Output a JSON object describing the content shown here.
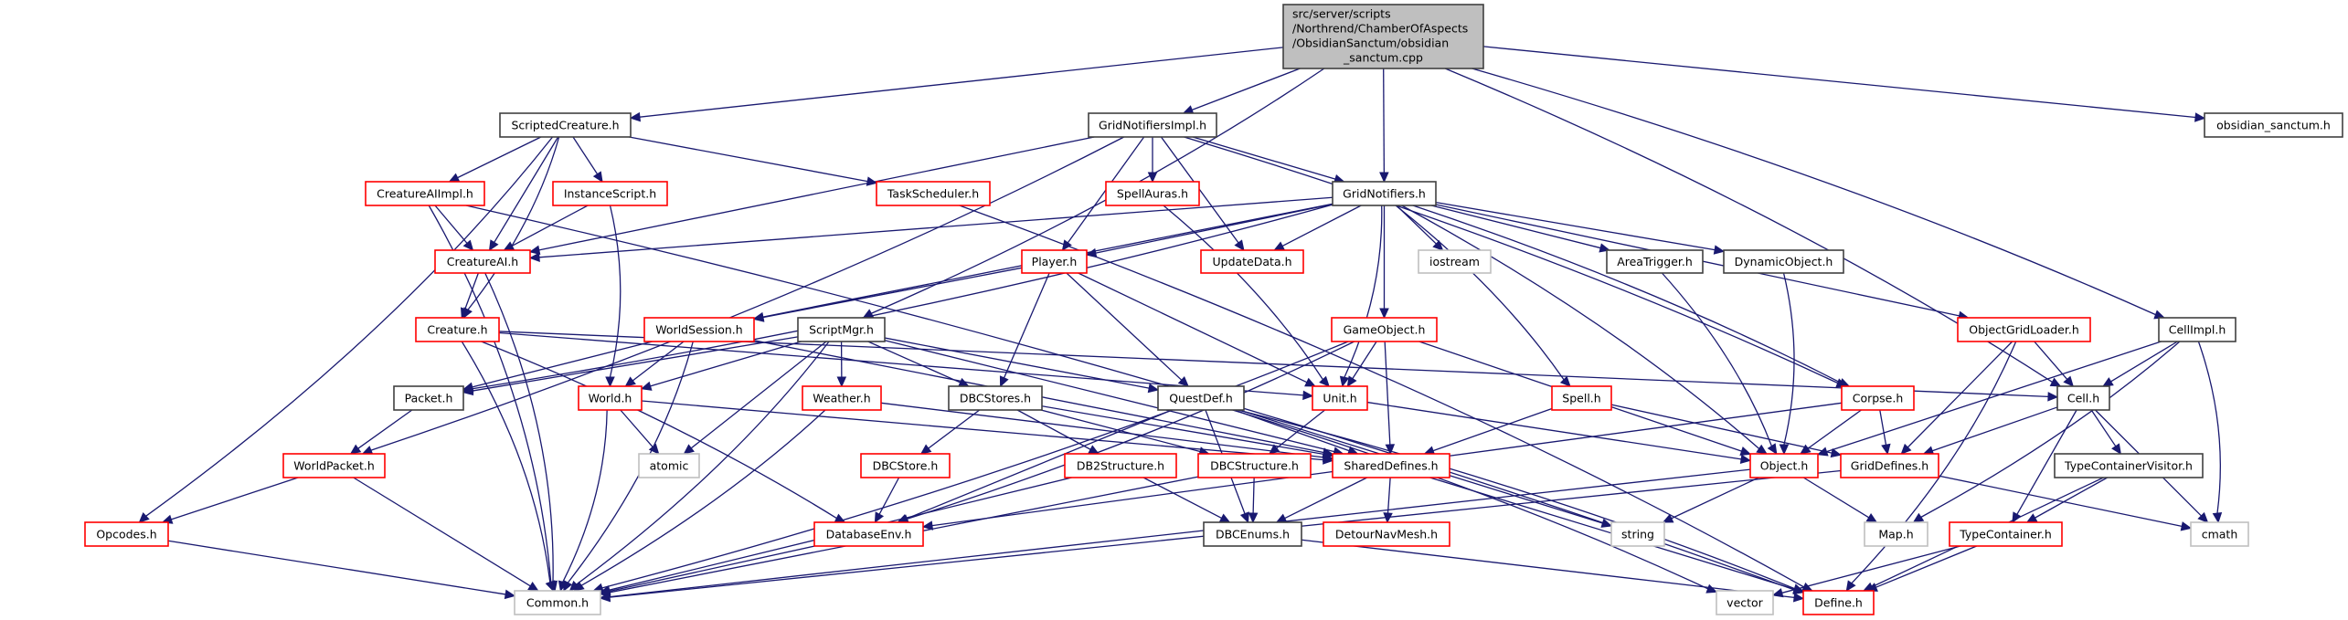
{
  "diagram": {
    "type": "include-dependency-graph",
    "root": {
      "id": "root",
      "lines": [
        "src/server/scripts",
        "/Northrend/ChamberOfAspects",
        "/ObsidianSanctum/obsidian",
        "_sanctum.cpp"
      ]
    },
    "nodes": [
      {
        "id": "ScriptedCreature",
        "label": "ScriptedCreature.h",
        "style": "normal"
      },
      {
        "id": "GridNotifiersImpl",
        "label": "GridNotifiersImpl.h",
        "style": "normal"
      },
      {
        "id": "obsidian_sanctum",
        "label": "obsidian_sanctum.h",
        "style": "normal"
      },
      {
        "id": "CreatureAIImpl",
        "label": "CreatureAIImpl.h",
        "style": "red"
      },
      {
        "id": "InstanceScript",
        "label": "InstanceScript.h",
        "style": "red"
      },
      {
        "id": "TaskScheduler",
        "label": "TaskScheduler.h",
        "style": "red"
      },
      {
        "id": "SpellAuras",
        "label": "SpellAuras.h",
        "style": "red"
      },
      {
        "id": "GridNotifiers",
        "label": "GridNotifiers.h",
        "style": "normal"
      },
      {
        "id": "CreatureAI",
        "label": "CreatureAI.h",
        "style": "red"
      },
      {
        "id": "Player",
        "label": "Player.h",
        "style": "red"
      },
      {
        "id": "UpdateData",
        "label": "UpdateData.h",
        "style": "red"
      },
      {
        "id": "iostream",
        "label": "iostream",
        "style": "grey"
      },
      {
        "id": "AreaTrigger",
        "label": "AreaTrigger.h",
        "style": "normal"
      },
      {
        "id": "DynamicObject",
        "label": "DynamicObject.h",
        "style": "normal"
      },
      {
        "id": "Creature",
        "label": "Creature.h",
        "style": "red"
      },
      {
        "id": "WorldSession",
        "label": "WorldSession.h",
        "style": "red"
      },
      {
        "id": "ScriptMgr",
        "label": "ScriptMgr.h",
        "style": "normal"
      },
      {
        "id": "GameObject",
        "label": "GameObject.h",
        "style": "red"
      },
      {
        "id": "ObjectGridLoader",
        "label": "ObjectGridLoader.h",
        "style": "red"
      },
      {
        "id": "CellImpl",
        "label": "CellImpl.h",
        "style": "normal"
      },
      {
        "id": "Packet",
        "label": "Packet.h",
        "style": "normal"
      },
      {
        "id": "World",
        "label": "World.h",
        "style": "red"
      },
      {
        "id": "Weather",
        "label": "Weather.h",
        "style": "red"
      },
      {
        "id": "DBCStores",
        "label": "DBCStores.h",
        "style": "normal"
      },
      {
        "id": "QuestDef",
        "label": "QuestDef.h",
        "style": "normal"
      },
      {
        "id": "Unit",
        "label": "Unit.h",
        "style": "red"
      },
      {
        "id": "Spell",
        "label": "Spell.h",
        "style": "red"
      },
      {
        "id": "Corpse",
        "label": "Corpse.h",
        "style": "red"
      },
      {
        "id": "Cell",
        "label": "Cell.h",
        "style": "normal"
      },
      {
        "id": "WorldPacket",
        "label": "WorldPacket.h",
        "style": "red"
      },
      {
        "id": "atomic",
        "label": "atomic",
        "style": "grey"
      },
      {
        "id": "DBCStore",
        "label": "DBCStore.h",
        "style": "red"
      },
      {
        "id": "DB2Structure",
        "label": "DB2Structure.h",
        "style": "red"
      },
      {
        "id": "DBCStructure",
        "label": "DBCStructure.h",
        "style": "red"
      },
      {
        "id": "SharedDefines",
        "label": "SharedDefines.h",
        "style": "red"
      },
      {
        "id": "Object",
        "label": "Object.h",
        "style": "red"
      },
      {
        "id": "GridDefines",
        "label": "GridDefines.h",
        "style": "red"
      },
      {
        "id": "TypeContainerVisitor",
        "label": "TypeContainerVisitor.h",
        "style": "normal"
      },
      {
        "id": "Opcodes",
        "label": "Opcodes.h",
        "style": "red"
      },
      {
        "id": "DatabaseEnv",
        "label": "DatabaseEnv.h",
        "style": "red"
      },
      {
        "id": "DBCEnums",
        "label": "DBCEnums.h",
        "style": "normal"
      },
      {
        "id": "DetourNavMesh",
        "label": "DetourNavMesh.h",
        "style": "red"
      },
      {
        "id": "string",
        "label": "string",
        "style": "grey"
      },
      {
        "id": "Map",
        "label": "Map.h",
        "style": "grey"
      },
      {
        "id": "TypeContainer",
        "label": "TypeContainer.h",
        "style": "red"
      },
      {
        "id": "cmath",
        "label": "cmath",
        "style": "grey"
      },
      {
        "id": "Common",
        "label": "Common.h",
        "style": "grey"
      },
      {
        "id": "vector",
        "label": "vector",
        "style": "grey"
      },
      {
        "id": "Define",
        "label": "Define.h",
        "style": "red"
      }
    ],
    "edges": [
      [
        "root",
        "ScriptedCreature"
      ],
      [
        "root",
        "GridNotifiersImpl"
      ],
      [
        "root",
        "obsidian_sanctum"
      ],
      [
        "root",
        "ScriptMgr"
      ],
      [
        "root",
        "GridNotifiers"
      ],
      [
        "root",
        "CellImpl"
      ],
      [
        "root",
        "Cell"
      ],
      [
        "ScriptedCreature",
        "CreatureAIImpl"
      ],
      [
        "ScriptedCreature",
        "InstanceScript"
      ],
      [
        "ScriptedCreature",
        "TaskScheduler"
      ],
      [
        "ScriptedCreature",
        "CreatureAI"
      ],
      [
        "ScriptedCreature",
        "Creature"
      ],
      [
        "ScriptedCreature",
        "Opcodes"
      ],
      [
        "GridNotifiersImpl",
        "SpellAuras"
      ],
      [
        "GridNotifiersImpl",
        "GridNotifiers"
      ],
      [
        "GridNotifiersImpl",
        "Player"
      ],
      [
        "GridNotifiersImpl",
        "UpdateData"
      ],
      [
        "GridNotifiersImpl",
        "CreatureAI"
      ],
      [
        "GridNotifiersImpl",
        "WorldPacket"
      ],
      [
        "GridNotifiersImpl",
        "Corpse"
      ],
      [
        "CreatureAIImpl",
        "CreatureAI"
      ],
      [
        "CreatureAIImpl",
        "Common"
      ],
      [
        "CreatureAIImpl",
        "Define"
      ],
      [
        "InstanceScript",
        "CreatureAI"
      ],
      [
        "InstanceScript",
        "World"
      ],
      [
        "TaskScheduler",
        "Define"
      ],
      [
        "SpellAuras",
        "Unit"
      ],
      [
        "GridNotifiers",
        "CreatureAI"
      ],
      [
        "GridNotifiers",
        "Player"
      ],
      [
        "GridNotifiers",
        "UpdateData"
      ],
      [
        "GridNotifiers",
        "iostream"
      ],
      [
        "GridNotifiers",
        "AreaTrigger"
      ],
      [
        "GridNotifiers",
        "DynamicObject"
      ],
      [
        "GridNotifiers",
        "GameObject"
      ],
      [
        "GridNotifiers",
        "Unit"
      ],
      [
        "GridNotifiers",
        "Spell"
      ],
      [
        "GridNotifiers",
        "ObjectGridLoader"
      ],
      [
        "GridNotifiers",
        "Corpse"
      ],
      [
        "GridNotifiers",
        "Object"
      ],
      [
        "GridNotifiers",
        "WorldSession"
      ],
      [
        "GridNotifiers",
        "Packet"
      ],
      [
        "CreatureAI",
        "Creature"
      ],
      [
        "CreatureAI",
        "Common"
      ],
      [
        "Player",
        "WorldSession"
      ],
      [
        "Player",
        "DBCStores"
      ],
      [
        "Player",
        "QuestDef"
      ],
      [
        "Player",
        "Unit"
      ],
      [
        "AreaTrigger",
        "Object"
      ],
      [
        "DynamicObject",
        "Object"
      ],
      [
        "Creature",
        "Unit"
      ],
      [
        "Creature",
        "Cell"
      ],
      [
        "Creature",
        "Common"
      ],
      [
        "Creature",
        "DatabaseEnv"
      ],
      [
        "WorldSession",
        "Packet"
      ],
      [
        "WorldSession",
        "World"
      ],
      [
        "WorldSession",
        "Common"
      ],
      [
        "WorldSession",
        "SharedDefines"
      ],
      [
        "ScriptMgr",
        "World"
      ],
      [
        "ScriptMgr",
        "Weather"
      ],
      [
        "ScriptMgr",
        "DBCStores"
      ],
      [
        "ScriptMgr",
        "QuestDef"
      ],
      [
        "ScriptMgr",
        "atomic"
      ],
      [
        "ScriptMgr",
        "Common"
      ],
      [
        "ScriptMgr",
        "SharedDefines"
      ],
      [
        "ScriptMgr",
        "Packet"
      ],
      [
        "GameObject",
        "Unit"
      ],
      [
        "GameObject",
        "SharedDefines"
      ],
      [
        "GameObject",
        "Object"
      ],
      [
        "GameObject",
        "DatabaseEnv"
      ],
      [
        "GameObject",
        "Common"
      ],
      [
        "ObjectGridLoader",
        "Cell"
      ],
      [
        "ObjectGridLoader",
        "GridDefines"
      ],
      [
        "ObjectGridLoader",
        "Define"
      ],
      [
        "CellImpl",
        "Cell"
      ],
      [
        "CellImpl",
        "Object"
      ],
      [
        "CellImpl",
        "Map"
      ],
      [
        "CellImpl",
        "cmath"
      ],
      [
        "Packet",
        "WorldPacket"
      ],
      [
        "World",
        "atomic"
      ],
      [
        "World",
        "Common"
      ],
      [
        "World",
        "SharedDefines"
      ],
      [
        "Weather",
        "SharedDefines"
      ],
      [
        "Weather",
        "Common"
      ],
      [
        "DBCStores",
        "DBCStore"
      ],
      [
        "DBCStores",
        "DB2Structure"
      ],
      [
        "DBCStores",
        "DBCStructure"
      ],
      [
        "DBCStores",
        "SharedDefines"
      ],
      [
        "QuestDef",
        "SharedDefines"
      ],
      [
        "QuestDef",
        "DatabaseEnv"
      ],
      [
        "QuestDef",
        "string"
      ],
      [
        "QuestDef",
        "vector"
      ],
      [
        "QuestDef",
        "DBCEnums"
      ],
      [
        "QuestDef",
        "Define"
      ],
      [
        "Unit",
        "DBCStructure"
      ],
      [
        "Unit",
        "Object"
      ],
      [
        "Spell",
        "SharedDefines"
      ],
      [
        "Spell",
        "GridDefines"
      ],
      [
        "Corpse",
        "Object"
      ],
      [
        "Corpse",
        "GridDefines"
      ],
      [
        "Corpse",
        "DatabaseEnv"
      ],
      [
        "Cell",
        "GridDefines"
      ],
      [
        "Cell",
        "TypeContainerVisitor"
      ],
      [
        "Cell",
        "TypeContainer"
      ],
      [
        "Cell",
        "cmath"
      ],
      [
        "WorldPacket",
        "Opcodes"
      ],
      [
        "WorldPacket",
        "Common"
      ],
      [
        "DBCStore",
        "DatabaseEnv"
      ],
      [
        "DB2Structure",
        "DBCEnums"
      ],
      [
        "DB2Structure",
        "Common"
      ],
      [
        "DBCStructure",
        "DBCEnums"
      ],
      [
        "DBCStructure",
        "Common"
      ],
      [
        "SharedDefines",
        "DetourNavMesh"
      ],
      [
        "SharedDefines",
        "Define"
      ],
      [
        "SharedDefines",
        "DBCEnums"
      ],
      [
        "Object",
        "string"
      ],
      [
        "Object",
        "Map"
      ],
      [
        "Object",
        "Common"
      ],
      [
        "GridDefines",
        "cmath"
      ],
      [
        "GridDefines",
        "Common"
      ],
      [
        "TypeContainerVisitor",
        "TypeContainer"
      ],
      [
        "TypeContainerVisitor",
        "Define"
      ],
      [
        "Opcodes",
        "Common"
      ],
      [
        "DatabaseEnv",
        "Common"
      ],
      [
        "DBCEnums",
        "Define"
      ],
      [
        "TypeContainer",
        "Define"
      ],
      [
        "TypeContainer",
        "vector"
      ]
    ]
  }
}
